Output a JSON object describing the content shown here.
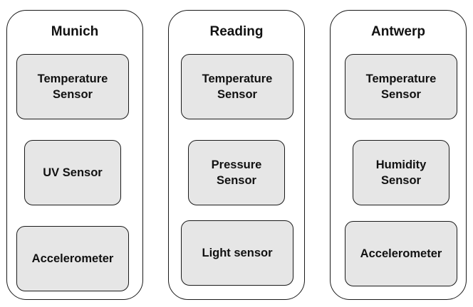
{
  "locations": [
    {
      "name": "Munich",
      "sensors": [
        "Temperature\nSensor",
        "UV Sensor",
        "Accelerometer"
      ]
    },
    {
      "name": "Reading",
      "sensors": [
        "Temperature\nSensor",
        "Pressure\nSensor",
        "Light sensor"
      ]
    },
    {
      "name": "Antwerp",
      "sensors": [
        "Temperature\nSensor",
        "Humidity\nSensor",
        "Accelerometer"
      ]
    }
  ],
  "colors": {
    "border": "#1a1a1a",
    "sensor_fill": "#e6e6e6",
    "background": "#ffffff"
  }
}
